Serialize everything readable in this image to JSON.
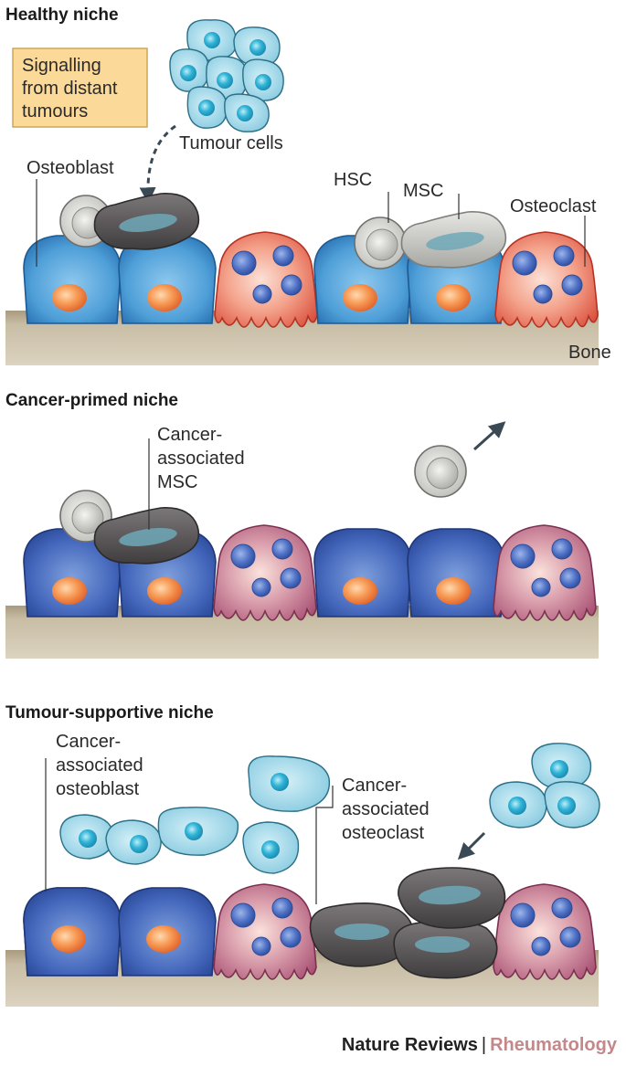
{
  "panels": {
    "healthy": {
      "title": "Healthy niche",
      "signal_box": [
        "Signalling",
        "from distant",
        "tumours"
      ],
      "labels": {
        "tumour_cells": "Tumour cells",
        "osteoblast": "Osteoblast",
        "hsc": "HSC",
        "msc": "MSC",
        "osteoclast": "Osteoclast",
        "bone": "Bone"
      }
    },
    "primed": {
      "title": "Cancer-primed niche",
      "labels": {
        "camsc": [
          "Cancer-",
          "associated",
          "MSC"
        ]
      }
    },
    "supportive": {
      "title": "Tumour-supportive niche",
      "labels": {
        "caob": [
          "Cancer-",
          "associated",
          "osteoblast"
        ],
        "caoc": [
          "Cancer-",
          "associated",
          "osteoclast"
        ]
      }
    }
  },
  "footer": {
    "publisher": "Nature Reviews",
    "separator": "|",
    "journal": "Rheumatology"
  },
  "colors": {
    "bone": "#bfb39a",
    "healthy_osteoblast": "#3d8fd0",
    "primed_osteoblast": "#3b63b8",
    "healthy_osteoclast": "#e04e3b",
    "cancer_osteoclast": "#b4577a",
    "tumour_cell": "#8fd3e6",
    "msc_healthy": "#bcbcb8",
    "msc_cancer": "#5a5659",
    "hsc": "#c9c9c6",
    "signal_box": "#fbd999"
  }
}
